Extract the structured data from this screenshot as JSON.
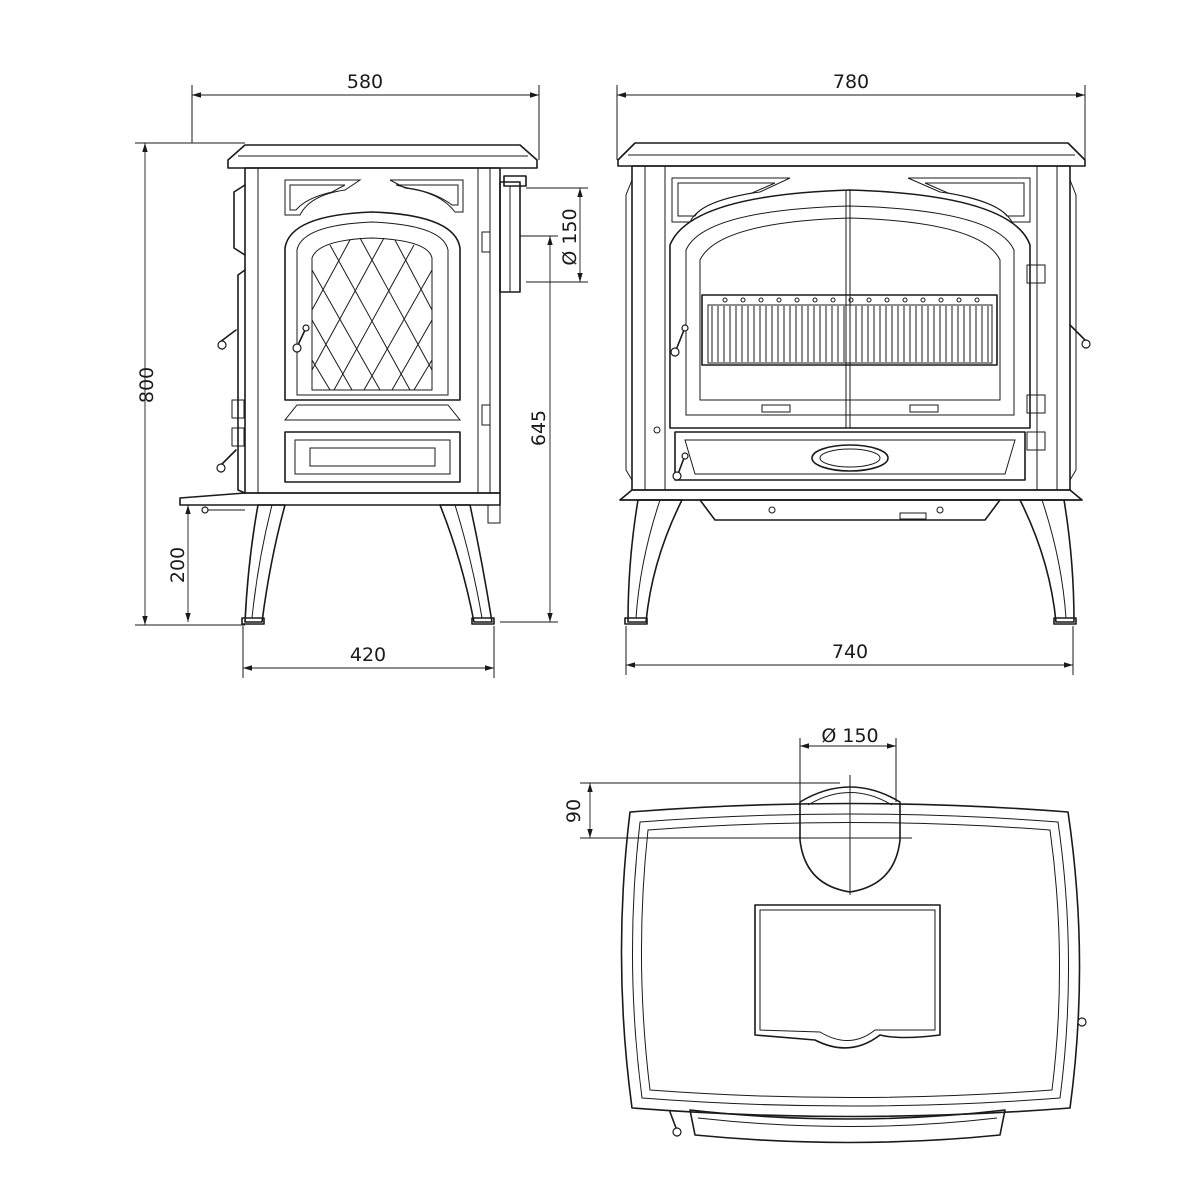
{
  "dimensions": {
    "side_width": "580",
    "side_height": "800",
    "flue_diameter_side": "Ø 150",
    "flue_height": "645",
    "leg_height": "200",
    "leg_span_side": "420",
    "front_width": "780",
    "leg_span_front": "740",
    "top_flue_diameter": "Ø 150",
    "top_flue_offset": "90"
  },
  "colors": {
    "line": "#1a1a1a",
    "background": "#ffffff"
  }
}
